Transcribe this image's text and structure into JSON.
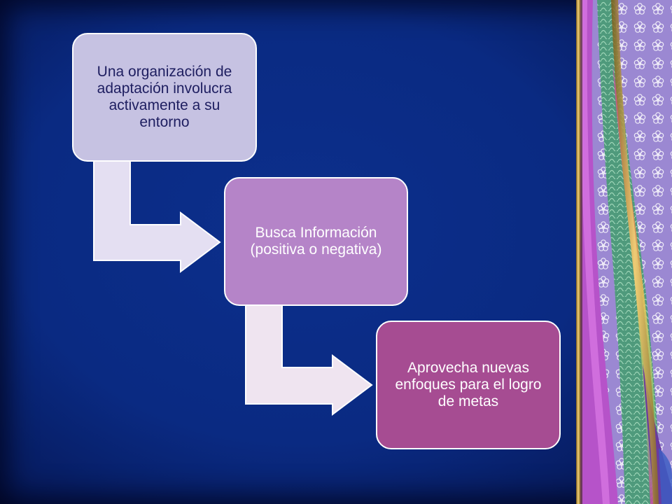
{
  "diagram": {
    "steps": [
      {
        "text": "Una organización de adaptación involucra activamente a su entorno"
      },
      {
        "text": "Busca Información (positiva o negativa)"
      },
      {
        "text": "Aprovecha nuevas enfoques para el logro de metas"
      }
    ]
  },
  "colors": {
    "background": "#0a2a82",
    "step1": "#c6c2e2",
    "step2": "#b584c8",
    "step3": "#a64c92",
    "arrow1": "#e4dff2",
    "arrow2": "#efe4f0"
  }
}
